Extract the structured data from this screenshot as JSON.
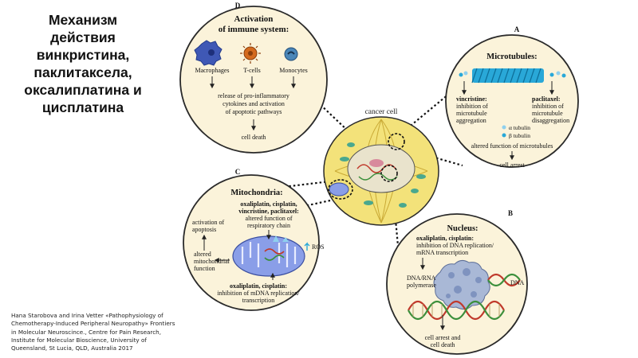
{
  "title_lines": [
    "Механизм",
    "действия",
    "винкристина,",
    "паклитаксела,",
    "оксалиплатина и",
    "цисплатина"
  ],
  "citation_lines": [
    "Hana Starobova and Irina Vetter «Pathophysiology of",
    "Chemotherapy-Induced Peripheral Neuropathy» Frontiers",
    "in Molecular Neuroscince., Centre for Pain Research,",
    "Institute for Molecular Bioscience, University of",
    "Queensland, St Lucia, QLD, Australia 2017"
  ],
  "colors": {
    "panel_fill": "#fbf3da",
    "panel_border": "#2a2a2a",
    "cell_fill": "#f3e27a",
    "nucleus_fill": "#e9e3cc",
    "microtubule": "#29a8d8",
    "mito_fill": "#8a9ee8",
    "dna_red": "#c0392b",
    "dna_green": "#3b8f3b",
    "macrophage": "#3f58b5",
    "tcell": "#d46a1e",
    "monocyte": "#4a86b8"
  },
  "center": {
    "cancer_cell_label": "cancer cell"
  },
  "panels": {
    "D": {
      "letter": "D",
      "title_lines": [
        "Activation",
        "of immune system:"
      ],
      "cells": [
        "Macrophages",
        "T-cells",
        "Monocytes"
      ],
      "effect_lines": [
        "release of pro-inflammatory",
        "cytokines and activation",
        "of apoptotic pathways"
      ],
      "outcome": "cell death"
    },
    "A": {
      "letter": "A",
      "title": "Microtubules:",
      "left_lines": [
        "vincristine:",
        "inhibition of",
        "microtubule",
        "aggregation"
      ],
      "right_lines": [
        "paclitaxel:",
        "inhibition of",
        "microtubule",
        "disaggregation"
      ],
      "alpha": "α tubulin",
      "beta": "β tubulin",
      "altered": "altered function of microtubules",
      "outcome": "cell arrest"
    },
    "C": {
      "letter": "C",
      "title": "Mitochondria:",
      "drugs_line1": "oxaliplatin, cisplatin,",
      "drugs_line2": "vincristine, paclitaxel:",
      "effect_lines": [
        "altered function of",
        "respiratory chain"
      ],
      "left_lines": [
        "activation of",
        "apoptosis"
      ],
      "mid_lines": [
        "altered",
        "mitochondrial",
        "function"
      ],
      "ros": "ROS",
      "bottom_drugs": "oxaliplatin, cisplatin:",
      "bottom_lines": [
        "inhibition of mDNA replication/",
        "transcription"
      ]
    },
    "B": {
      "letter": "B",
      "title": "Nucleus:",
      "drugs": "oxaliplatin, cisplatin:",
      "effect_lines": [
        "inhibition of DNA replication/",
        "mRNA transcription"
      ],
      "polymerase_lines": [
        "DNA/RNA",
        "polymerase"
      ],
      "dna": "DNA",
      "outcome_lines": [
        "cell arrest and",
        "cell death"
      ]
    }
  }
}
